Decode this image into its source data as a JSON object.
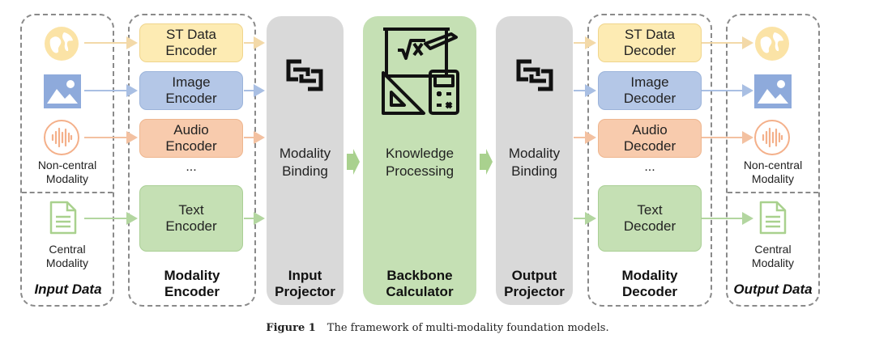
{
  "input_data": {
    "title": "Input Data",
    "noncentral_label": "Non-central\nModality",
    "central_label": "Central\nModality"
  },
  "modality_encoder": {
    "title": "Modality\nEncoder",
    "st": "ST Data\nEncoder",
    "image": "Image\nEncoder",
    "audio": "Audio\nEncoder",
    "ellipsis": "...",
    "text": "Text\nEncoder"
  },
  "input_projector": {
    "title": "Input\nProjector",
    "label": "Modality\nBinding"
  },
  "backbone": {
    "title": "Backbone\nCalculator",
    "label": "Knowledge\nProcessing"
  },
  "output_projector": {
    "title": "Output\nProjector",
    "label": "Modality\nBinding"
  },
  "modality_decoder": {
    "title": "Modality\nDecoder",
    "st": "ST Data\nDecoder",
    "image": "Image\nDecoder",
    "audio": "Audio\nDecoder",
    "ellipsis": "...",
    "text": "Text\nDecoder"
  },
  "output_data": {
    "title": "Output Data",
    "noncentral_label": "Non-central\nModality",
    "central_label": "Central\nModality"
  },
  "caption": {
    "label": "Figure 1",
    "text": "The framework of multi-modality foundation models."
  },
  "colors": {
    "st": "#fdebb3",
    "image": "#b4c7e7",
    "audio": "#f8cbad",
    "text": "#c5e0b4",
    "projector": "#d9d9d9",
    "backbone": "#c5e0b4"
  },
  "icons": [
    "globe-icon",
    "image-icon",
    "audio-wave-icon",
    "document-icon",
    "link-icon",
    "calculator-tools-icon",
    "arrow-right-icon"
  ]
}
